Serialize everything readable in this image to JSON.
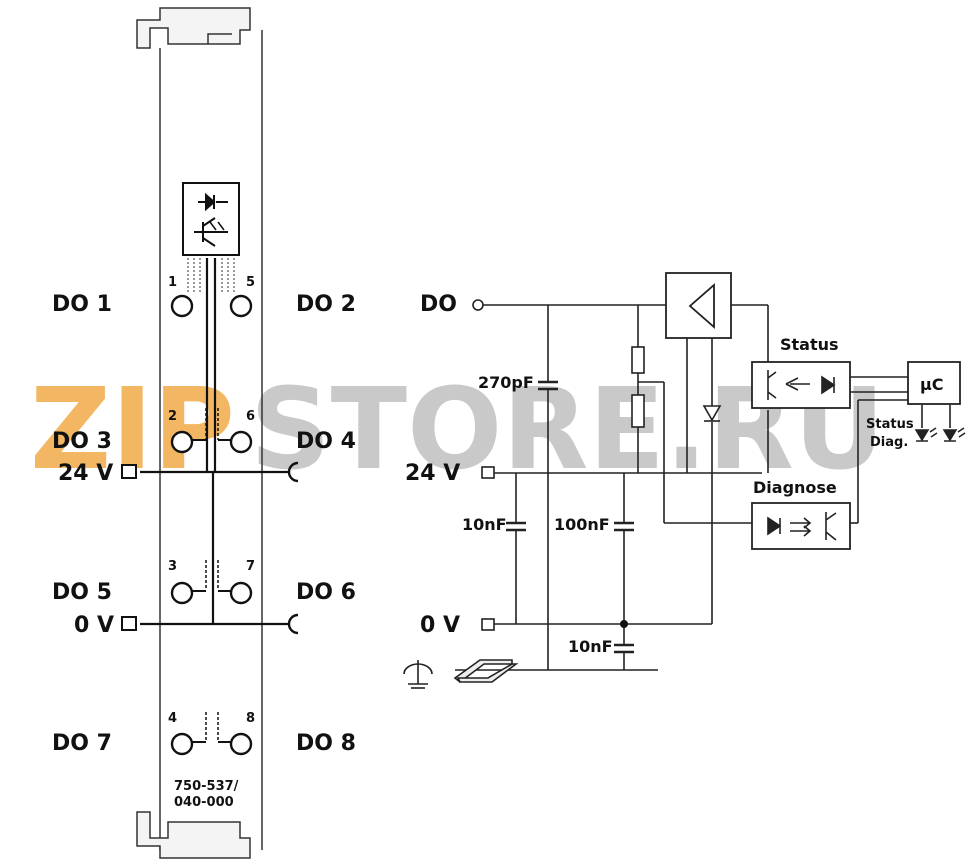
{
  "watermark": {
    "text_orange": "ZIP",
    "text_gray": "STORE.RU",
    "color_orange": "#f0a030",
    "color_gray": "#b8b8b8"
  },
  "module": {
    "part_line1": "750-537/",
    "part_line2": "040-000",
    "pins": [
      "1",
      "2",
      "3",
      "4",
      "5",
      "6",
      "7",
      "8"
    ],
    "left_labels": [
      "DO 1",
      "DO 3",
      "24 V",
      "DO 5",
      "0 V",
      "DO 7"
    ],
    "right_labels": [
      "DO 2",
      "DO 4",
      "DO 6",
      "DO 8"
    ]
  },
  "schematic": {
    "do_label": "DO",
    "v24_label": "24 V",
    "v0_label": "0 V",
    "c270": "270pF",
    "c10a": "10nF",
    "c100": "100nF",
    "c10b": "10nF",
    "status": "Status",
    "diagnose": "Diagnose",
    "uc": "µC",
    "led_status": "Status",
    "led_diag": "Diag."
  }
}
